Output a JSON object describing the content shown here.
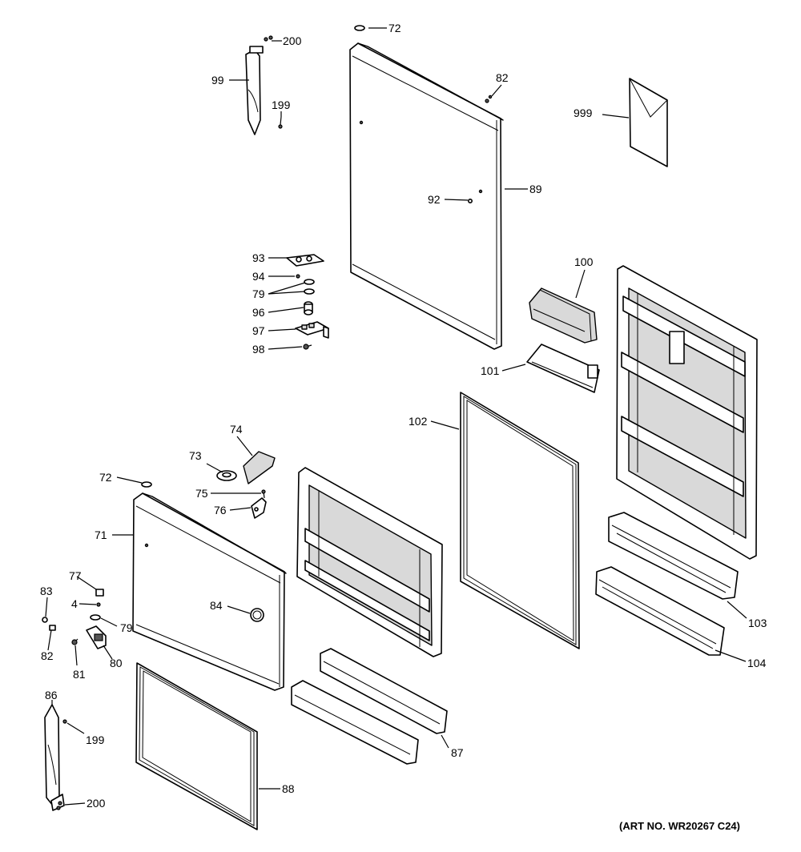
{
  "art_number": "(ART NO. WR20267 C24)",
  "callouts": {
    "c200_top": "200",
    "c72_top": "72",
    "c99": "99",
    "c199_top": "199",
    "c82_top": "82",
    "c999": "999",
    "c92": "92",
    "c89": "89",
    "c93": "93",
    "c94": "94",
    "c79_top": "79",
    "c96": "96",
    "c97": "97",
    "c98": "98",
    "c100": "100",
    "c101": "101",
    "c102": "102",
    "c74": "74",
    "c73": "73",
    "c72_mid": "72",
    "c75": "75",
    "c76": "76",
    "c71": "71",
    "c77": "77",
    "c83": "83",
    "c4": "4",
    "c79_low": "79",
    "c84": "84",
    "c82_low": "82",
    "c81": "81",
    "c80": "80",
    "c86": "86",
    "c199_low": "199",
    "c200_low": "200",
    "c88": "88",
    "c87": "87",
    "c103": "103",
    "c104": "104"
  }
}
